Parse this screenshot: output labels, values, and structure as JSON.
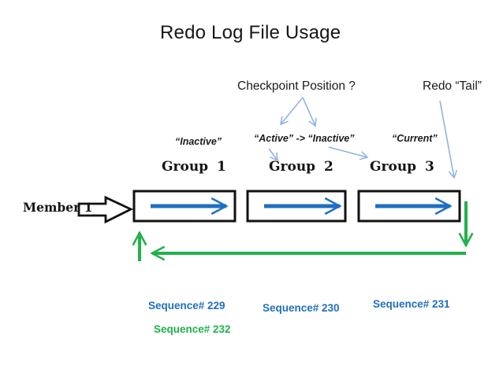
{
  "title": "Redo Log File Usage",
  "annotations": {
    "checkpoint_position": "Checkpoint Position ?",
    "redo_tail": "Redo “Tail”"
  },
  "member_label": "Member 1",
  "groups": [
    {
      "label": "Group 1",
      "state": "“Inactive”"
    },
    {
      "label": "Group 2",
      "state": "“Active” -> “Inactive”"
    },
    {
      "label": "Group 3",
      "state": "“Current”"
    }
  ],
  "sequences": [
    {
      "label": "Sequence# 229",
      "color": "blue"
    },
    {
      "label": "Sequence# 230",
      "color": "blue"
    },
    {
      "label": "Sequence# 231",
      "color": "blue"
    },
    {
      "label": "Sequence# 232",
      "color": "green"
    }
  ],
  "icons": {
    "write_arrow": "blue-right-arrow",
    "member_pointer": "outline-block-right-arrow",
    "log_switch_loop": "green-cycle-arrow",
    "connector": "light-blue-pointer-arrow"
  },
  "colors": {
    "blue": "#1F6FC0",
    "green": "#22B14C",
    "lightblue": "#8EB4E3",
    "ink": "#151515"
  }
}
